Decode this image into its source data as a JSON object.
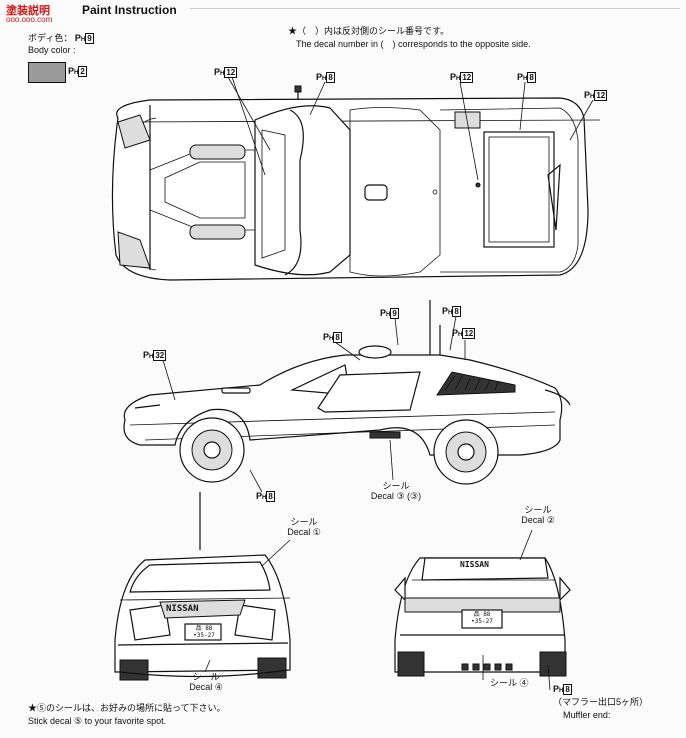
{
  "header": {
    "logo_text": "塗装説明",
    "logo_site": "ooo.ooo.com",
    "title": "Paint Instruction",
    "body_color_jp": "ボディ色：",
    "body_color_en": "Body color :",
    "body_color_code_1": "9",
    "body_color_code_2": "2"
  },
  "note": {
    "jp": "★（　）内は反対側のシール番号です。",
    "en": "The decal number in (　) corresponds to the opposite side."
  },
  "top_view": {
    "labels": [
      "12",
      "8",
      "12",
      "8",
      "12"
    ]
  },
  "side_view": {
    "labels": [
      "9",
      "8",
      "8",
      "12",
      "32",
      "8"
    ],
    "decal_jp": "シール",
    "decal_en": "Decal",
    "decal_num": "③ (③)"
  },
  "front_view": {
    "decal_jp_top": "シール",
    "decal_en_top": "Decal ①",
    "decal_jp_bottom": "シール",
    "decal_en_bottom": "Decal ④",
    "grille_text": "NISSAN",
    "plate_line1": "品 88",
    "plate_line2": "•35-27"
  },
  "rear_view": {
    "decal_jp_top": "シール",
    "decal_en_top": "Decal ②",
    "bottom_jp": "シール ④",
    "wing_text": "NISSAN",
    "plate_line1": "品 88",
    "plate_line2": "•35-27",
    "muffler_code": "8",
    "muffler_jp": "（マフラー出口5ヶ所）",
    "muffler_en": "Muffler end:"
  },
  "footer": {
    "jp": "★⑤のシールは、お好みの場所に貼って下さい。",
    "en": "Stick decal ⑤ to your favorite spot."
  },
  "ph_prefix": "P",
  "ph_sub": "H"
}
